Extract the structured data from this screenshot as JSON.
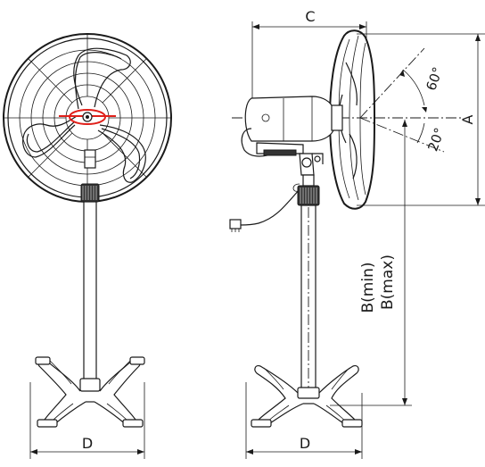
{
  "labels": {
    "c": "C",
    "a": "A",
    "d_front": "D",
    "d_side": "D",
    "b_min": "B(min)",
    "b_max": "B(max)",
    "angle_up": "60°",
    "angle_down": "20°"
  },
  "colors": {
    "line": "#1a1a1a",
    "motor_hub_accent": "#e0201a",
    "background": "#ffffff"
  }
}
